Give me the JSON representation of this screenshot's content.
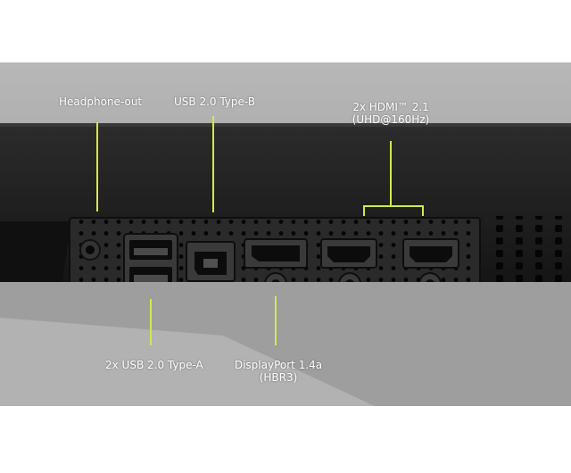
{
  "callouts": {
    "headphone_out": "Headphone-out",
    "usb_type_b": "USB 2.0 Type-B",
    "hdmi_line1": "2x HDMI™ 2.1",
    "hdmi_line2": "(UHD@160Hz)",
    "usb_type_a": "2x USB 2.0 Type-A",
    "displayport_line1": "DisplayPort 1.4a",
    "displayport_line2": "(HBR3)"
  },
  "colors": {
    "background_gray": "#a9a9a9",
    "monitor_black": "#1a1a1a",
    "leader_line": "#d4e84a"
  }
}
